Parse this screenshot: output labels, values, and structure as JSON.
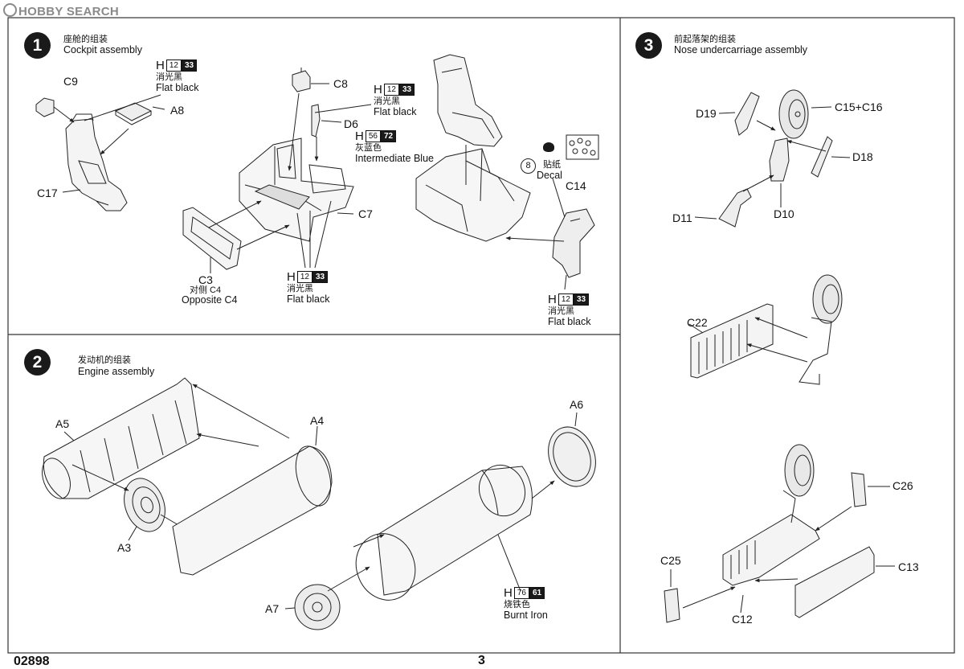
{
  "watermark": "HOBBY SEARCH",
  "steps": [
    {
      "number": "1",
      "title_zh": "座舱的组装",
      "title_en": "Cockpit assembly",
      "parts": [
        "C9",
        "A8",
        "C17",
        "C8",
        "D6",
        "C7",
        "C3",
        "C14"
      ],
      "c3_note_zh": "对侧 C4",
      "c3_note_en": "Opposite C4",
      "decal": {
        "number": "8",
        "label_zh": "贴纸",
        "label_en": "Decal"
      },
      "paint_callouts": [
        {
          "h": "H",
          "code1": "12",
          "code2": "33",
          "zh": "消光黑",
          "en": "Flat black"
        },
        {
          "h": "H",
          "code1": "12",
          "code2": "33",
          "zh": "消光黑",
          "en": "Flat black"
        },
        {
          "h": "H",
          "code1": "56",
          "code2": "72",
          "zh": "灰蓝色",
          "en": "Intermediate Blue"
        },
        {
          "h": "H",
          "code1": "12",
          "code2": "33",
          "zh": "消光黑",
          "en": "Flat black"
        },
        {
          "h": "H",
          "code1": "12",
          "code2": "33",
          "zh": "消光黑",
          "en": "Flat black"
        }
      ]
    },
    {
      "number": "2",
      "title_zh": "发动机的组装",
      "title_en": "Engine assembly",
      "parts": [
        "A5",
        "A4",
        "A3",
        "A6",
        "A7"
      ],
      "paint_callouts": [
        {
          "h": "H",
          "code1": "76",
          "code2": "61",
          "zh": "烧铁色",
          "en": "Burnt Iron"
        }
      ]
    },
    {
      "number": "3",
      "title_zh": "前起落架的组装",
      "title_en": "Nose undercarriage assembly",
      "parts": [
        "D19",
        "C15+C16",
        "D18",
        "D11",
        "D10",
        "C22",
        "C26",
        "C25",
        "C13",
        "C12"
      ]
    }
  ],
  "footer": {
    "code": "02898",
    "page": "3"
  }
}
